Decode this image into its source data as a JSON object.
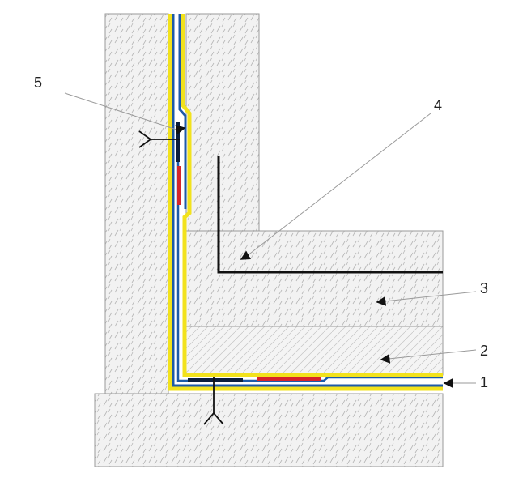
{
  "diagram": {
    "callouts": [
      {
        "id": "1",
        "label": "1"
      },
      {
        "id": "2",
        "label": "2"
      },
      {
        "id": "3",
        "label": "3"
      },
      {
        "id": "4",
        "label": "4"
      },
      {
        "id": "5",
        "label": "5"
      }
    ]
  },
  "colors": {
    "background": "#ffffff",
    "concrete_fill": "#f2f2f2",
    "concrete_outline": "#9a9a9a",
    "hatch": "#b5b5b5",
    "membrane_yellow": "#f2e21c",
    "membrane_blue": "#1d5aa8",
    "membrane_dark": "#0b1e3c",
    "membrane_red": "#d6252b",
    "rebar": "#111111",
    "leader": "#9a9a9a"
  }
}
